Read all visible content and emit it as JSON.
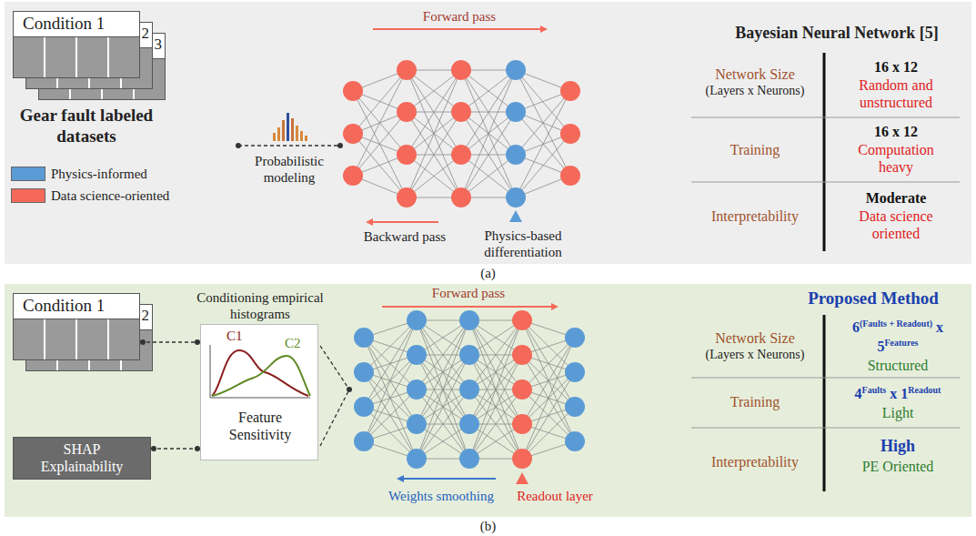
{
  "diagram": {
    "nodes": [
      {
        "text": [
          "(a)"
        ]
      },
      {
        "text": [
          "Condition 1"
        ],
        "in": 0
      },
      {
        "text": [
          "2"
        ],
        "in": 0
      },
      {
        "text": [
          "3"
        ],
        "in": 0
      },
      {
        "text": [
          "(b)"
        ]
      },
      {
        "text": [
          "Condition 1"
        ],
        "in": 4
      },
      {
        "text": [
          "2"
        ],
        "in": 4
      },
      {
        "text": [
          "Conditioning empirical histograms",
          "C1",
          "C2",
          "Feature Sensitivity"
        ],
        "in": 4
      },
      {
        "text": [
          "SHAP Explainability"
        ],
        "in": 4
      }
    ],
    "edges": [
      {
        "from": 5,
        "to": 7,
        "arrow": "none"
      },
      {
        "from": 8,
        "to": 7,
        "arrow": "none"
      }
    ],
    "labels": [
      "Gear fault labeled datasets",
      "Probabilistic modeling",
      "Forward pass",
      "Backward pass",
      "Physics-based differentiation",
      "Bayesian Neural Network [5]",
      "Network Size",
      "(Layers x Neurons)",
      "16 x 12",
      "Random and unstructured",
      "Training",
      "16 x 12",
      "Computation heavy",
      "Interpretability",
      "Moderate",
      "Data science oriented",
      "Forward pass",
      "Weights smoothing",
      "Readout layer",
      "Proposed Method",
      "Network Size",
      "(Layers x Neurons)",
      "6",
      "(Faults + Readout)",
      "x",
      "5",
      "Features",
      "Structured",
      "Training",
      "4",
      "Faults",
      "x 1",
      "Readout",
      "Light",
      "Interpretability",
      "High",
      "PE Oriented"
    ],
    "legend": [
      {
        "text": "Physics-informed",
        "color": "#5b9bd5"
      },
      {
        "text": "Data science-oriented",
        "color": "#f4695a"
      }
    ]
  }
}
